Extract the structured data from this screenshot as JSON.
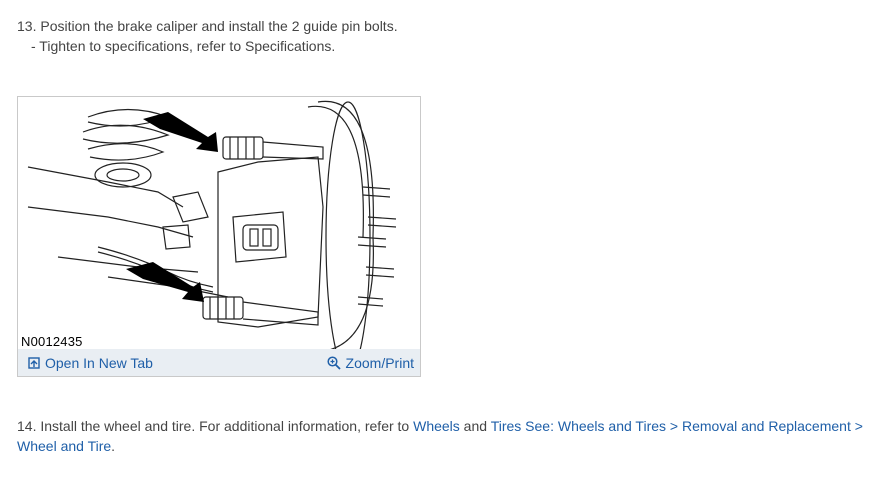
{
  "step13": {
    "text": "13. Position the brake caliper and install the 2 guide pin bolts.",
    "sub": "-  Tighten to specifications, refer to Specifications."
  },
  "figure": {
    "id": "N0012435",
    "open_tab_label": "Open In New Tab",
    "zoom_label": "Zoom/Print",
    "open_tab_icon": "open-in-new-tab-icon",
    "zoom_icon": "zoom-magnifier-icon"
  },
  "step14": {
    "prefix": "14. Install the wheel and tire. For additional information, refer to ",
    "link1": "Wheels",
    "and": " and ",
    "link2": "Tires See: Wheels and Tires > Removal and Replacement > Wheel and Tire",
    "suffix": "."
  },
  "colors": {
    "link": "#1f5fa8",
    "text": "#444444",
    "bar": "#e9eef3"
  }
}
